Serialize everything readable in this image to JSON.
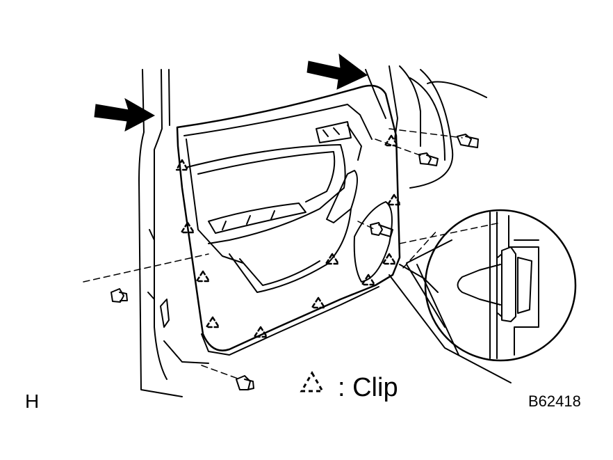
{
  "diagram": {
    "view_letter": "H",
    "figure_code": "B62418",
    "legend": {
      "symbol_icon": "dashed-triangle-icon",
      "text": ": Clip"
    },
    "colors": {
      "line": "#000000",
      "background": "#ffffff"
    }
  }
}
